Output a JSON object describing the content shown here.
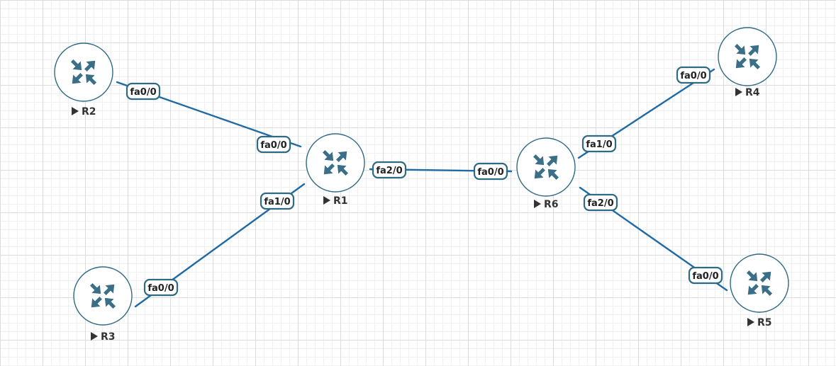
{
  "colors": {
    "link": "#1f6aa5",
    "router_body": "#ffffff",
    "router_border": "#2f6a83",
    "router_arrow": "#3b6f87",
    "iface_border": "#2f6a83",
    "iface_fill": "#ffffff",
    "text": "#333333"
  },
  "nodes": [
    {
      "id": "R1",
      "label": "R1",
      "icon": "router-icon"
    },
    {
      "id": "R2",
      "label": "R2",
      "icon": "router-icon"
    },
    {
      "id": "R3",
      "label": "R3",
      "icon": "router-icon"
    },
    {
      "id": "R4",
      "label": "R4",
      "icon": "router-icon"
    },
    {
      "id": "R5",
      "label": "R5",
      "icon": "router-icon"
    },
    {
      "id": "R6",
      "label": "R6",
      "icon": "router-icon"
    }
  ],
  "links": [
    {
      "id": "R2-R1",
      "a": "R2",
      "a_iface": "fa0/0",
      "b": "R1",
      "b_iface": "fa0/0"
    },
    {
      "id": "R3-R1",
      "a": "R3",
      "a_iface": "fa0/0",
      "b": "R1",
      "b_iface": "fa1/0"
    },
    {
      "id": "R1-R6",
      "a": "R1",
      "a_iface": "fa2/0",
      "b": "R6",
      "b_iface": "fa0/0"
    },
    {
      "id": "R6-R4",
      "a": "R6",
      "a_iface": "fa1/0",
      "b": "R4",
      "b_iface": "fa0/0"
    },
    {
      "id": "R6-R5",
      "a": "R6",
      "a_iface": "fa2/0",
      "b": "R5",
      "b_iface": "fa0/0"
    }
  ]
}
